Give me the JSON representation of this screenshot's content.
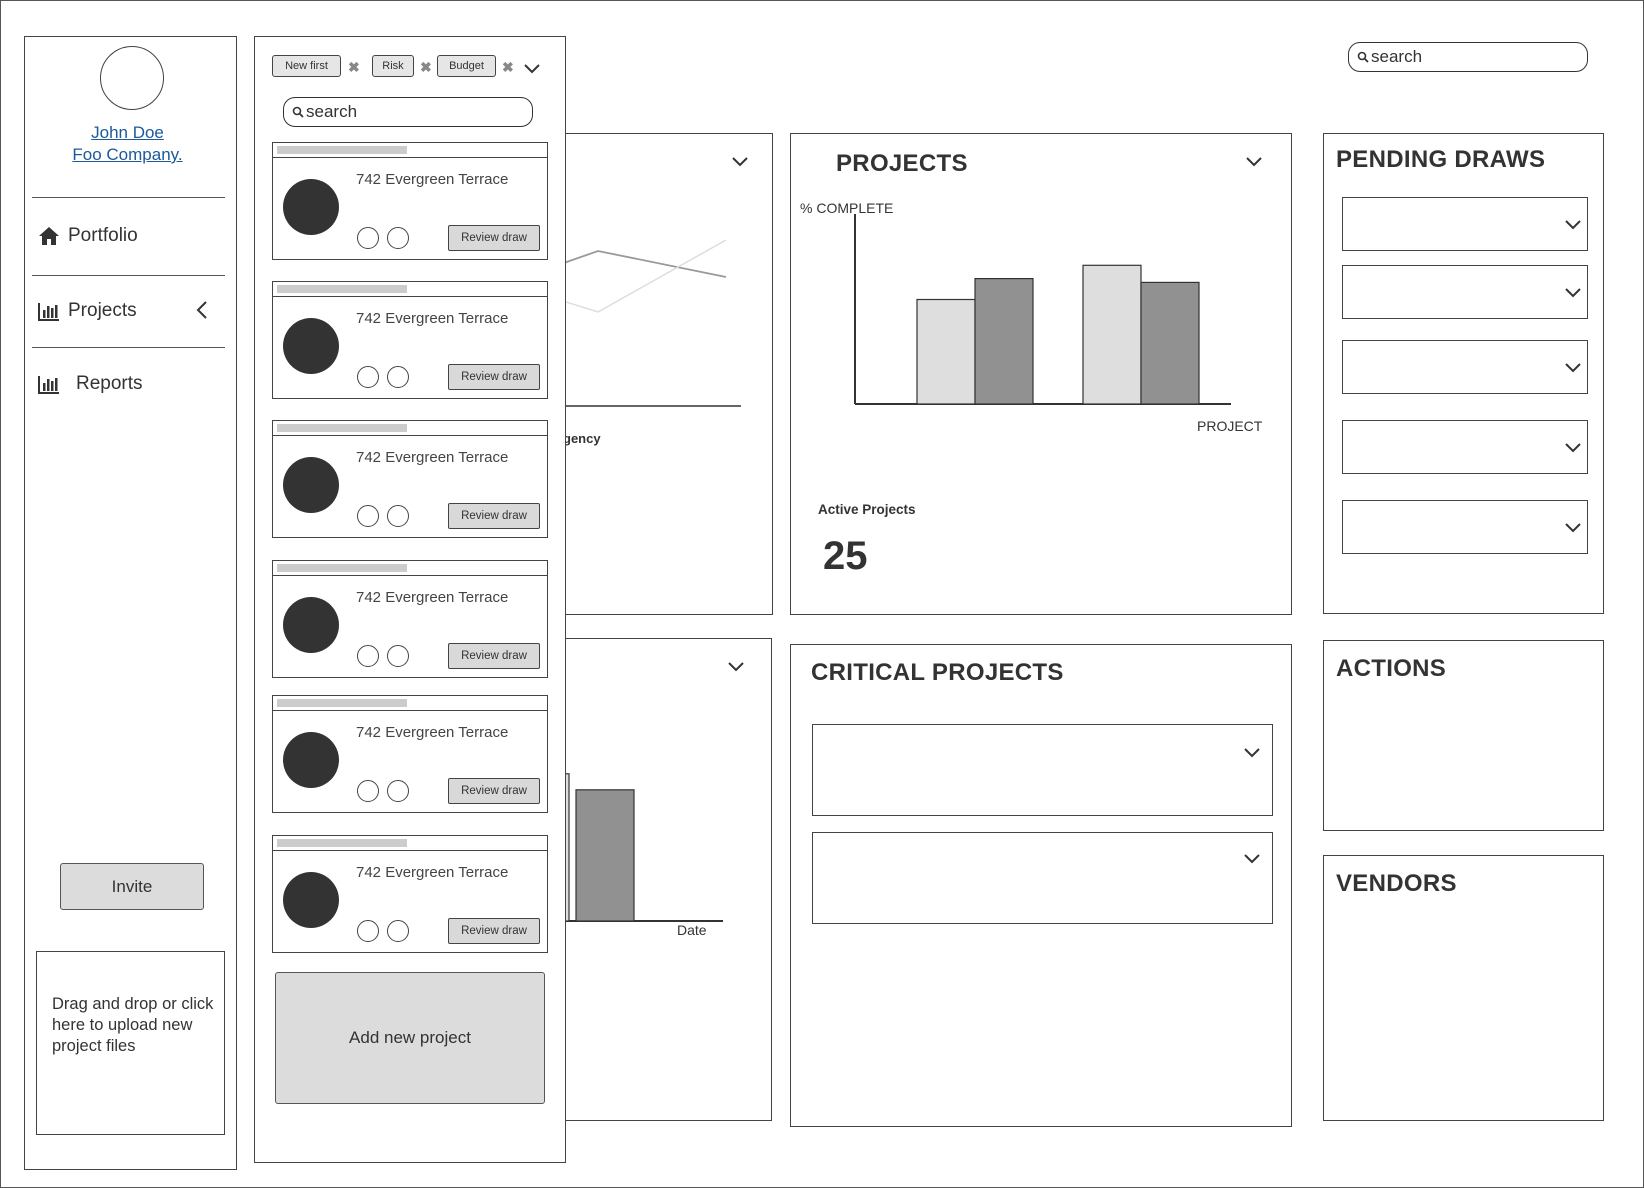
{
  "header": {
    "search_placeholder": "search"
  },
  "profile": {
    "name": "John Doe",
    "company": "Foo Company."
  },
  "sidebar": {
    "items": [
      {
        "label": "Portfolio",
        "icon": "home-icon"
      },
      {
        "label": "Projects",
        "icon": "bar-chart-icon"
      },
      {
        "label": "Reports",
        "icon": "bar-chart-icon"
      }
    ],
    "invite_label": "Invite",
    "upload_text": "Drag and drop or click here to upload new project files"
  },
  "project_list": {
    "filters": [
      "New first",
      "Risk",
      "Budget"
    ],
    "search_placeholder": "search",
    "cards": [
      {
        "address": "742 Evergreen Terrace",
        "button": "Review draw"
      },
      {
        "address": "742 Evergreen Terrace",
        "button": "Review draw"
      },
      {
        "address": "742 Evergreen Terrace",
        "button": "Review draw"
      },
      {
        "address": "742 Evergreen Terrace",
        "button": "Review draw"
      },
      {
        "address": "742 Evergreen Terrace",
        "button": "Review draw"
      },
      {
        "address": "742 Evergreen Terrace",
        "button": "Review draw"
      }
    ],
    "add_label": "Add new project"
  },
  "partial_panels": {
    "top_fragment": "gency",
    "bottom_xlabel": "Date"
  },
  "projects_panel": {
    "title": "PROJECTS",
    "ylabel": "% COMPLETE",
    "xlabel": "PROJECT",
    "active_label": "Active Projects",
    "active_value": "25"
  },
  "pending_draws": {
    "title": "PENDING DRAWS",
    "rows": 5
  },
  "critical_projects": {
    "title": "CRITICAL PROJECTS",
    "rows": 2
  },
  "actions": {
    "title": "ACTIONS"
  },
  "vendors": {
    "title": "VENDORS"
  },
  "chart_data": [
    {
      "type": "bar",
      "title": "PROJECTS",
      "xlabel": "PROJECT",
      "ylabel": "% COMPLETE",
      "categories": [
        "",
        ""
      ],
      "series": [
        {
          "values": [
            55,
            73
          ],
          "color": "#dedede"
        },
        {
          "values": [
            66,
            64
          ],
          "color": "#919191"
        }
      ],
      "ylim": [
        0,
        100
      ]
    },
    {
      "type": "bar",
      "title": "",
      "xlabel": "Date",
      "categories": [
        "",
        ""
      ],
      "series": [
        {
          "values": [
            92
          ],
          "color": "#dedede"
        },
        {
          "values": [
            82
          ],
          "color": "#919191"
        }
      ]
    }
  ],
  "colors": {
    "light_bar": "#dedede",
    "dark_bar": "#919191",
    "chip_bg": "#e6e6e6",
    "avatar": "#333333"
  }
}
